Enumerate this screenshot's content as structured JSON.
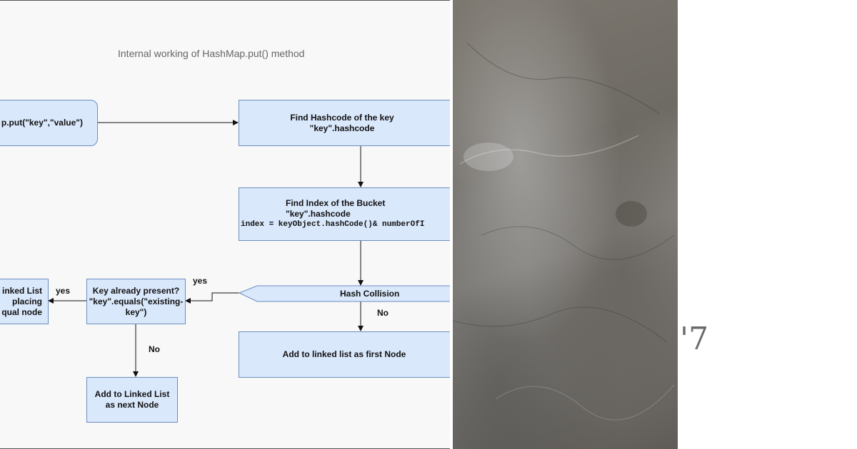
{
  "diagram": {
    "title": "Internal working of HashMap.put() method",
    "nodes": {
      "put_call": "p.put(\"key\",\"value\")",
      "find_hash": [
        "Find Hashcode of the key",
        "\"key\".hashcode"
      ],
      "find_index": [
        "Find Index of the Bucket",
        "\"key\".hashcode"
      ],
      "index_formula": "index = keyObject.hashCode()& numberOfI",
      "hash_collision": "Hash Collision",
      "key_present": [
        "Key already present?",
        "\"key\".equals(\"existing-",
        "key\")"
      ],
      "replace_node": [
        "inked List",
        "placing",
        "qual node"
      ],
      "add_first": "Add to linked list as first Node",
      "add_next": [
        "Add to Linked List",
        "as next Node"
      ]
    },
    "edge_labels": {
      "collision_yes": "yes",
      "present_yes": "yes",
      "collision_no": "No",
      "present_no": "No"
    }
  },
  "right_fragment": "'7",
  "colors": {
    "node_fill": "#dae8fc",
    "node_stroke": "#6c8ebf",
    "diagram_bg": "#f8f8f8",
    "texture_base": "#76726c"
  }
}
